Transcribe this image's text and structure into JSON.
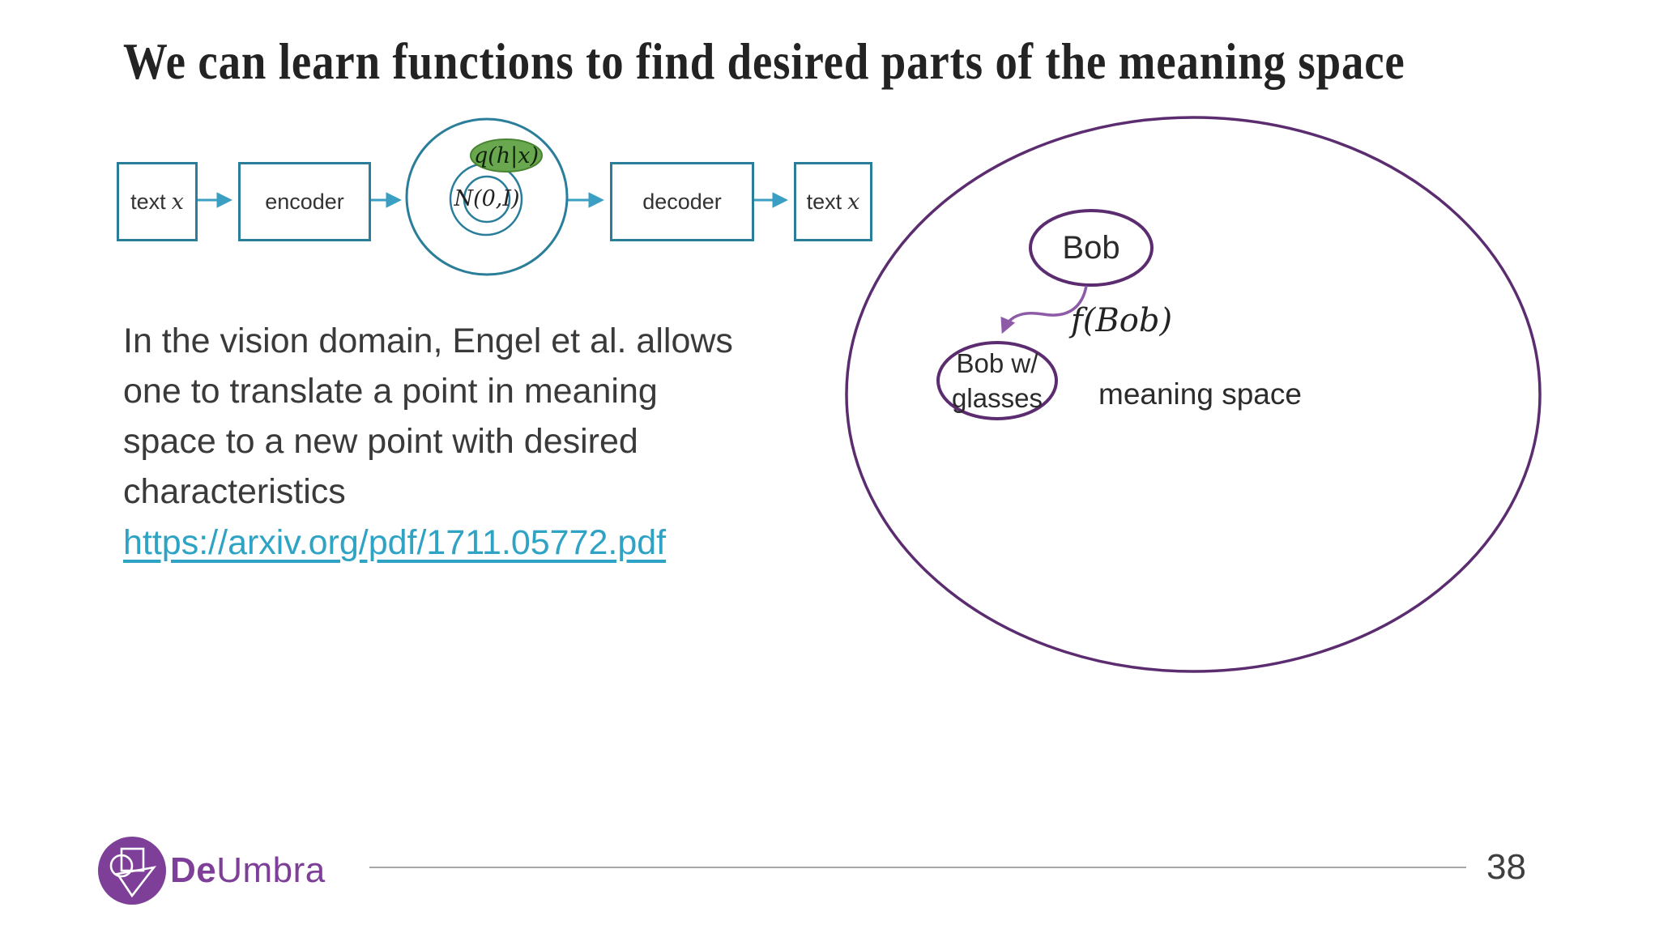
{
  "slide": {
    "title": "We can learn functions to find desired parts of the meaning space",
    "background_color": "#ffffff"
  },
  "vae_diagram": {
    "input_label": "text",
    "input_var": "x",
    "encoder_label": "encoder",
    "posterior_label": "q(h|x)",
    "prior_label": "N(0,I)",
    "decoder_label": "decoder",
    "output_label": "text",
    "output_var": "x",
    "colors": {
      "box_border": "#2a7e9a",
      "arrow": "#3b9fc4",
      "posterior_fill": "#6aa84f",
      "posterior_stroke": "#48842f"
    }
  },
  "body": {
    "lines": [
      "In the vision domain, Engel et al. allows",
      "one to translate a point in meaning",
      "space to a new point with desired",
      "characteristics"
    ],
    "link": "https://arxiv.org/pdf/1711.05772.pdf",
    "text_color": "#3a3a3a",
    "link_color": "#2fa3c4"
  },
  "meaning_space": {
    "point_a_label": "Bob",
    "function_label": "f(Bob)",
    "point_b_line1": "Bob w/",
    "point_b_line2": "glasses",
    "space_label": "meaning space",
    "outline_color": "#5b2c6f",
    "arrow_color": "#8e5ba8"
  },
  "footer": {
    "brand_bold": "De",
    "brand_regular": "Umbra",
    "brand_color": "#7d3f98",
    "page_number": "38"
  }
}
